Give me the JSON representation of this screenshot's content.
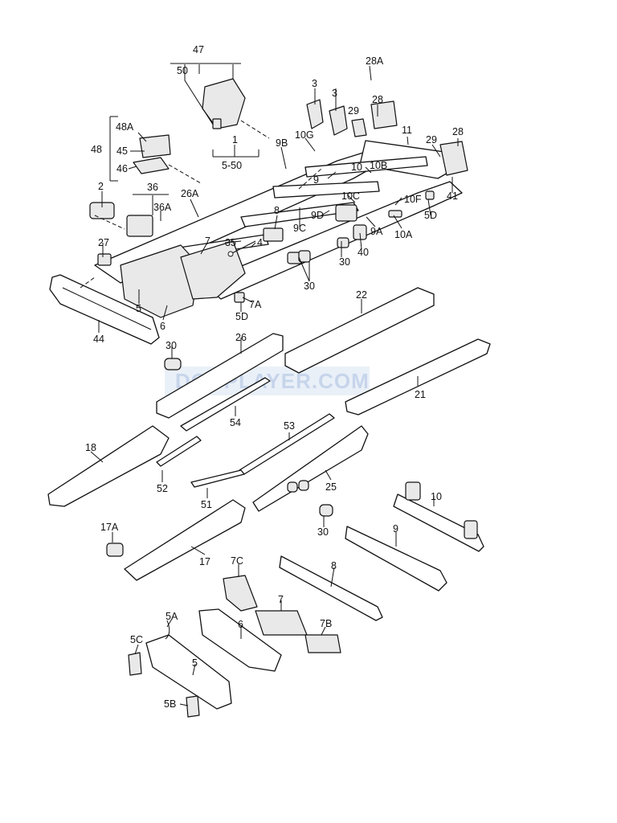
{
  "watermark": "DOCPLAYER.COM",
  "callouts": {
    "c47": "47",
    "c50": "50",
    "c28A": "28A",
    "c3a": "3",
    "c3b": "3",
    "c28a": "28",
    "c29a": "29",
    "c11": "11",
    "c29b": "29",
    "c28b": "28",
    "c48A": "48A",
    "c48": "48",
    "c45": "45",
    "c46": "46",
    "c1": "1",
    "c5_50": "5-50",
    "c9B": "9B",
    "c10G": "10G",
    "c10": "10",
    "c10B": "10B",
    "c9": "9",
    "c10C": "10C",
    "c10F": "10F",
    "c41": "41",
    "c5Da": "5D",
    "c2": "2",
    "c36": "36",
    "c26A": "26A",
    "c36A": "36A",
    "c8": "8",
    "c9D": "9D",
    "c9C": "9C",
    "c9A": "9A",
    "c10A": "10A",
    "c7": "7",
    "c35": "35",
    "c4": "4",
    "c27": "27",
    "c30a": "30",
    "c40": "40",
    "c30b": "30",
    "c5": "5",
    "c6": "6",
    "c7A": "7A",
    "c5Db": "5D",
    "c44": "44",
    "c22": "22",
    "c30c": "30",
    "c26": "26",
    "c21": "21",
    "c54": "54",
    "c53": "53",
    "c18": "18",
    "c52": "52",
    "c25": "25",
    "c51": "51",
    "c10b": "10",
    "c30d": "30",
    "c9b": "9",
    "c17A": "17A",
    "c17": "17",
    "c7C": "7C",
    "c8b": "8",
    "c7b": "7",
    "c7B": "7B",
    "c5A": "5A",
    "c6b": "6",
    "c5C": "5C",
    "c5b": "5",
    "c5B": "5B"
  }
}
